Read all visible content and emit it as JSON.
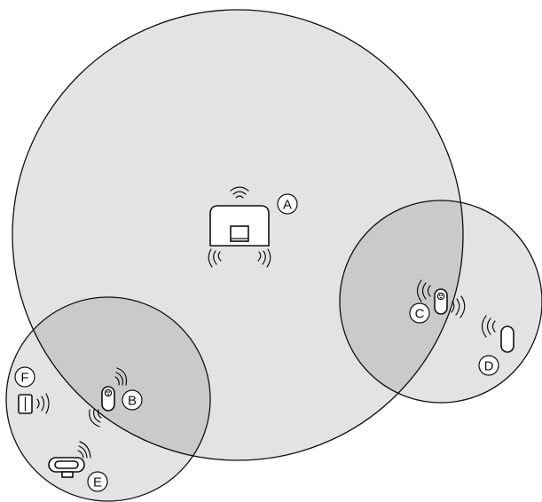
{
  "colors": {
    "range_fill": "#000000",
    "stroke": "#111111",
    "background": "#ffffff"
  },
  "labels": {
    "hub": "A",
    "sensor_b": "B",
    "sensor_c": "C",
    "sensor_d": "D",
    "sensor_e": "E",
    "sensor_f": "F"
  }
}
